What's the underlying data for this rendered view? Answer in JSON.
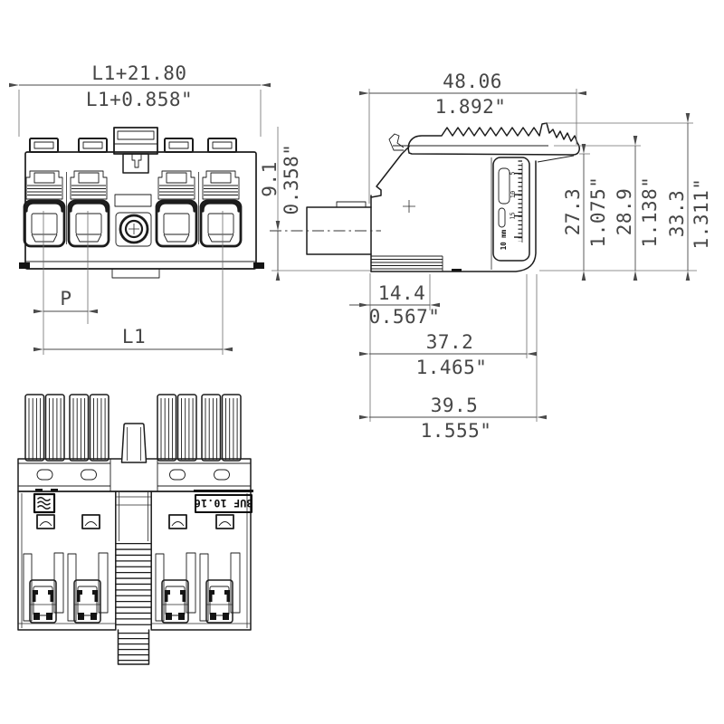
{
  "drawing": {
    "front_view": {
      "width_mm": "L1+21.80",
      "width_in": "L1+0.858\"",
      "pitch_label": "P",
      "length_label": "L1"
    },
    "side_view": {
      "overall_width_mm": "48.06",
      "overall_width_in": "1.892\"",
      "axis_height_mm": "9.1",
      "axis_height_in": "0.358\"",
      "height1_mm": "27.3",
      "height1_in": "1.075\"",
      "height2_mm": "28.9",
      "height2_in": "1.138\"",
      "height3_mm": "33.3",
      "height3_in": "1.311\"",
      "depth1_mm": "14.4",
      "depth1_in": "0.567\"",
      "depth2_mm": "37.2",
      "depth2_in": "1.465\"",
      "depth3_mm": "39.5",
      "depth3_in": "1.555\"",
      "gauge": {
        "t5": "5",
        "t10": "10",
        "t15": "15",
        "unit": "10 mm"
      }
    },
    "bottom_view": {
      "part_label": "BUF 10.16"
    },
    "colors": {
      "line": "#1c1c1c",
      "dimension": "#4a4a4a",
      "background": "#ffffff"
    }
  }
}
